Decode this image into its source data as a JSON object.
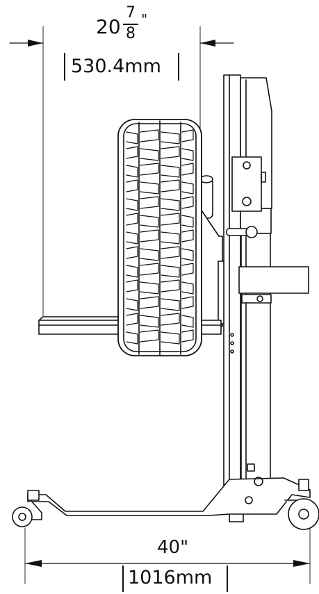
{
  "top_dimension": {
    "whole": "20",
    "numerator": "7",
    "denominator": "8",
    "inch_mark": "\"",
    "metric": "530.4mm"
  },
  "bottom_dimension": {
    "imperial": "40\"",
    "metric": "1016mm"
  },
  "colors": {
    "line": "#111111",
    "fill": "#ffffff"
  }
}
